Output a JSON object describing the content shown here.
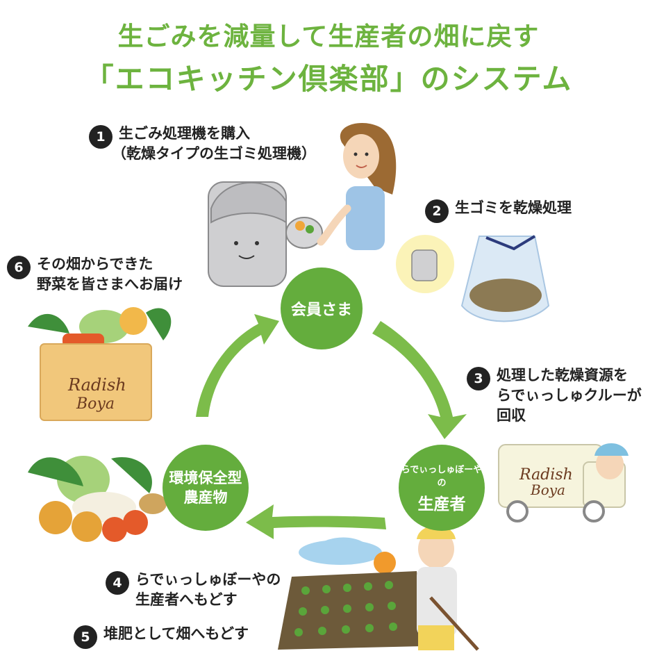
{
  "title": {
    "line1": "生ごみを減量して生産者の畑に戻す",
    "line2": "「エコキッチン倶楽部」のシステム"
  },
  "nodes": {
    "member": "会員さま",
    "producer_sub": "らでぃっしゅぼーやの",
    "producer_main": "生産者",
    "veg_line1": "環境保全型",
    "veg_line2": "農産物"
  },
  "steps": [
    {
      "num": "1",
      "lines": [
        "生ごみ処理機を購入",
        "（乾燥タイプの生ゴミ処理機）"
      ]
    },
    {
      "num": "2",
      "lines": [
        "生ゴミを乾燥処理"
      ]
    },
    {
      "num": "3",
      "lines": [
        "処理した乾燥資源を",
        "らでぃっしゅクルーが",
        "回収"
      ]
    },
    {
      "num": "4",
      "lines": [
        "らでぃっしゅぼーやの",
        "生産者へもどす"
      ]
    },
    {
      "num": "5",
      "lines": [
        "堆肥として畑へもどす"
      ]
    },
    {
      "num": "6",
      "lines": [
        "その畑からできた",
        "野菜を皆さまへお届け"
      ]
    }
  ],
  "logo": {
    "line1": "Radish",
    "line2": "Boya"
  },
  "colors": {
    "green": "#64ad3d",
    "title_green": "#6db33f",
    "arrow_green": "#7cbc4a"
  }
}
